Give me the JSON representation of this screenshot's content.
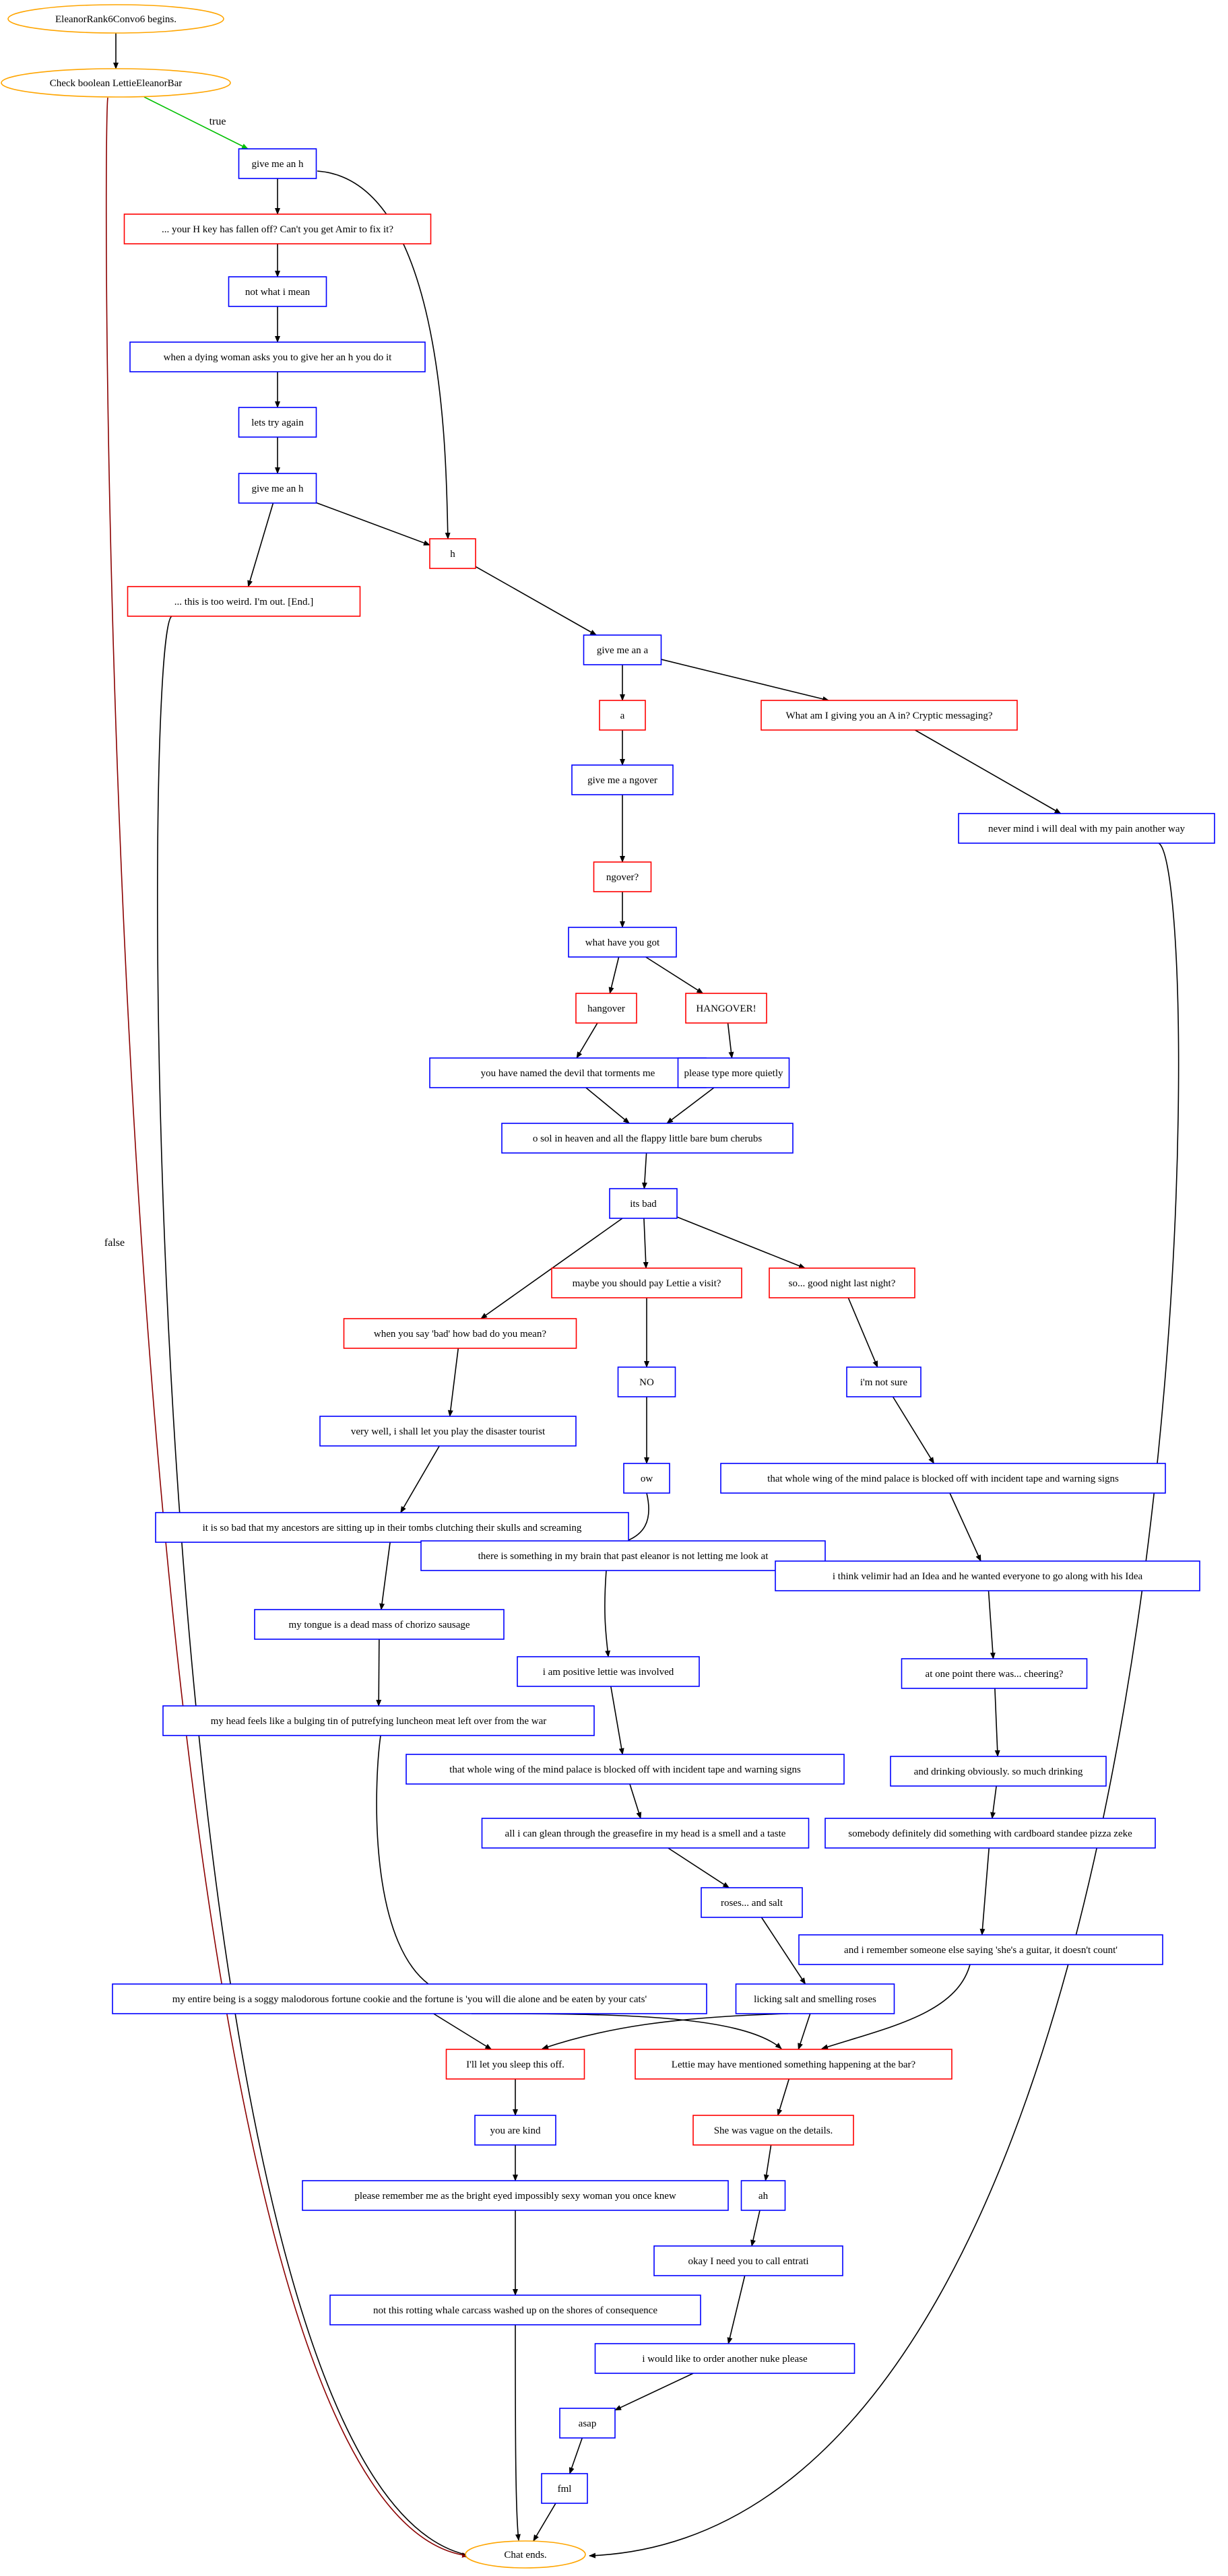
{
  "colors": {
    "player": "#0000ff",
    "npc": "#ff0000",
    "terminal": "#ffa500",
    "edge": "#000000",
    "true_edge": "#00c000",
    "false_edge": "#8b0000",
    "text": "#000000"
  },
  "nodes": [
    {
      "id": "start",
      "label": "EleanorRank6Convo6 begins.",
      "kind": "terminal"
    },
    {
      "id": "check",
      "label": "Check boolean LettieEleanorBar",
      "kind": "terminal"
    },
    {
      "id": "n1",
      "label": "give me an h",
      "kind": "player"
    },
    {
      "id": "n2",
      "label": "... your H key has fallen off? Can't you get Amir to fix it?",
      "kind": "npc"
    },
    {
      "id": "n3",
      "label": "not what i mean",
      "kind": "player"
    },
    {
      "id": "n4",
      "label": "when a dying woman asks you to give her an h you do it",
      "kind": "player"
    },
    {
      "id": "n5",
      "label": "lets try again",
      "kind": "player"
    },
    {
      "id": "n6",
      "label": "give me an h",
      "kind": "player"
    },
    {
      "id": "n7",
      "label": "h",
      "kind": "npc"
    },
    {
      "id": "n8",
      "label": "... this is too weird. I'm out. [End.]",
      "kind": "npc"
    },
    {
      "id": "n9",
      "label": "give me an a",
      "kind": "player"
    },
    {
      "id": "n10",
      "label": "a",
      "kind": "npc"
    },
    {
      "id": "n11",
      "label": "What am I giving you an A in? Cryptic messaging?",
      "kind": "npc"
    },
    {
      "id": "n12",
      "label": "give me a ngover",
      "kind": "player"
    },
    {
      "id": "n13",
      "label": "never mind i will deal with my pain another way",
      "kind": "player"
    },
    {
      "id": "n14",
      "label": "ngover?",
      "kind": "npc"
    },
    {
      "id": "n15",
      "label": "what have you got",
      "kind": "player"
    },
    {
      "id": "n16",
      "label": "hangover",
      "kind": "npc"
    },
    {
      "id": "n17",
      "label": "HANGOVER!",
      "kind": "npc"
    },
    {
      "id": "n18",
      "label": "you have named the devil that torments me",
      "kind": "player"
    },
    {
      "id": "n19",
      "label": "please type more quietly",
      "kind": "player"
    },
    {
      "id": "n20",
      "label": "o sol in heaven and all the flappy little bare bum cherubs",
      "kind": "player"
    },
    {
      "id": "n21",
      "label": "its bad",
      "kind": "player"
    },
    {
      "id": "n22",
      "label": "maybe you should pay Lettie a visit?",
      "kind": "npc"
    },
    {
      "id": "n23",
      "label": "so... good night last night?",
      "kind": "npc"
    },
    {
      "id": "n24",
      "label": "when you say 'bad' how bad do you mean?",
      "kind": "npc"
    },
    {
      "id": "n25",
      "label": "NO",
      "kind": "player"
    },
    {
      "id": "n26",
      "label": "i'm not sure",
      "kind": "player"
    },
    {
      "id": "n27",
      "label": "very well, i shall let you play the disaster tourist",
      "kind": "player"
    },
    {
      "id": "n28",
      "label": "ow",
      "kind": "player"
    },
    {
      "id": "n29",
      "label": "that whole wing of the mind palace is blocked off with incident tape and warning signs",
      "kind": "player"
    },
    {
      "id": "n30",
      "label": "it is so bad that my ancestors are sitting up in their tombs clutching their skulls and screaming",
      "kind": "player"
    },
    {
      "id": "n31",
      "label": "there is something in my brain that past eleanor is not letting me look at",
      "kind": "player"
    },
    {
      "id": "n32",
      "label": "i think velimir had an Idea and he wanted everyone to go along with his Idea",
      "kind": "player"
    },
    {
      "id": "n33",
      "label": "my tongue is a dead mass of chorizo sausage",
      "kind": "player"
    },
    {
      "id": "n34",
      "label": "i am positive lettie was involved",
      "kind": "player"
    },
    {
      "id": "n35",
      "label": "at one point there was... cheering?",
      "kind": "player"
    },
    {
      "id": "n36",
      "label": "my head feels like a bulging tin of putrefying luncheon meat left over from the war",
      "kind": "player"
    },
    {
      "id": "n37",
      "label": "that whole wing of the mind palace is blocked off with incident tape and warning signs",
      "kind": "player"
    },
    {
      "id": "n38",
      "label": "and drinking obviously. so much drinking",
      "kind": "player"
    },
    {
      "id": "n39",
      "label": "all i can glean through the greasefire in my head is a smell and a taste",
      "kind": "player"
    },
    {
      "id": "n40",
      "label": "somebody definitely did something with cardboard standee pizza zeke",
      "kind": "player"
    },
    {
      "id": "n41",
      "label": "roses... and salt",
      "kind": "player"
    },
    {
      "id": "n42",
      "label": "and i remember someone else saying 'she's a guitar, it doesn't count'",
      "kind": "player"
    },
    {
      "id": "n43",
      "label": "my entire being is a soggy malodorous fortune cookie and the fortune is 'you will die alone and be eaten by your cats'",
      "kind": "player"
    },
    {
      "id": "n44",
      "label": "licking salt and smelling roses",
      "kind": "player"
    },
    {
      "id": "n45",
      "label": "I'll let you sleep this off.",
      "kind": "npc"
    },
    {
      "id": "n46",
      "label": "Lettie may have mentioned something happening at the bar?",
      "kind": "npc"
    },
    {
      "id": "n47",
      "label": "you are kind",
      "kind": "player"
    },
    {
      "id": "n48",
      "label": "She was vague on the details.",
      "kind": "npc"
    },
    {
      "id": "n49",
      "label": "please remember me as the bright eyed impossibly sexy woman you once knew",
      "kind": "player"
    },
    {
      "id": "n50",
      "label": "ah",
      "kind": "player"
    },
    {
      "id": "n51",
      "label": "okay I need you to call entrati",
      "kind": "player"
    },
    {
      "id": "n52",
      "label": "not this rotting whale carcass washed up on the shores of consequence",
      "kind": "player"
    },
    {
      "id": "n53",
      "label": "i would like to order another nuke please",
      "kind": "player"
    },
    {
      "id": "n54",
      "label": "asap",
      "kind": "player"
    },
    {
      "id": "n55",
      "label": "fml",
      "kind": "player"
    },
    {
      "id": "end",
      "label": "Chat ends.",
      "kind": "terminal"
    }
  ],
  "edges": [
    {
      "from": "start",
      "to": "check"
    },
    {
      "from": "check",
      "to": "n1",
      "label": "true",
      "kind": "true"
    },
    {
      "from": "check",
      "to": "end",
      "label": "false",
      "kind": "false"
    },
    {
      "from": "n1",
      "to": "n2"
    },
    {
      "from": "n1",
      "to": "n7"
    },
    {
      "from": "n2",
      "to": "n3"
    },
    {
      "from": "n3",
      "to": "n4"
    },
    {
      "from": "n4",
      "to": "n5"
    },
    {
      "from": "n5",
      "to": "n6"
    },
    {
      "from": "n6",
      "to": "n7"
    },
    {
      "from": "n6",
      "to": "n8"
    },
    {
      "from": "n8",
      "to": "end"
    },
    {
      "from": "n7",
      "to": "n9"
    },
    {
      "from": "n9",
      "to": "n10"
    },
    {
      "from": "n9",
      "to": "n11"
    },
    {
      "from": "n10",
      "to": "n12"
    },
    {
      "from": "n11",
      "to": "n13"
    },
    {
      "from": "n13",
      "to": "end"
    },
    {
      "from": "n12",
      "to": "n14"
    },
    {
      "from": "n14",
      "to": "n15"
    },
    {
      "from": "n15",
      "to": "n16"
    },
    {
      "from": "n15",
      "to": "n17"
    },
    {
      "from": "n16",
      "to": "n18"
    },
    {
      "from": "n17",
      "to": "n19"
    },
    {
      "from": "n18",
      "to": "n20"
    },
    {
      "from": "n19",
      "to": "n20"
    },
    {
      "from": "n20",
      "to": "n21"
    },
    {
      "from": "n21",
      "to": "n24"
    },
    {
      "from": "n21",
      "to": "n22"
    },
    {
      "from": "n21",
      "to": "n23"
    },
    {
      "from": "n22",
      "to": "n25"
    },
    {
      "from": "n23",
      "to": "n26"
    },
    {
      "from": "n24",
      "to": "n27"
    },
    {
      "from": "n25",
      "to": "n28"
    },
    {
      "from": "n26",
      "to": "n29"
    },
    {
      "from": "n27",
      "to": "n30"
    },
    {
      "from": "n28",
      "to": "n31"
    },
    {
      "from": "n29",
      "to": "n32"
    },
    {
      "from": "n30",
      "to": "n33"
    },
    {
      "from": "n31",
      "to": "n34"
    },
    {
      "from": "n32",
      "to": "n35"
    },
    {
      "from": "n33",
      "to": "n36"
    },
    {
      "from": "n34",
      "to": "n37"
    },
    {
      "from": "n35",
      "to": "n38"
    },
    {
      "from": "n36",
      "to": "n43"
    },
    {
      "from": "n37",
      "to": "n39"
    },
    {
      "from": "n38",
      "to": "n40"
    },
    {
      "from": "n39",
      "to": "n41"
    },
    {
      "from": "n40",
      "to": "n42"
    },
    {
      "from": "n41",
      "to": "n44"
    },
    {
      "from": "n42",
      "to": "n46"
    },
    {
      "from": "n43",
      "to": "n45"
    },
    {
      "from": "n43",
      "to": "n46"
    },
    {
      "from": "n44",
      "to": "n45"
    },
    {
      "from": "n44",
      "to": "n46"
    },
    {
      "from": "n45",
      "to": "n47"
    },
    {
      "from": "n46",
      "to": "n48"
    },
    {
      "from": "n47",
      "to": "n49"
    },
    {
      "from": "n48",
      "to": "n50"
    },
    {
      "from": "n49",
      "to": "n52"
    },
    {
      "from": "n50",
      "to": "n51"
    },
    {
      "from": "n51",
      "to": "n53"
    },
    {
      "from": "n52",
      "to": "end"
    },
    {
      "from": "n53",
      "to": "n54"
    },
    {
      "from": "n54",
      "to": "n55"
    },
    {
      "from": "n55",
      "to": "end"
    }
  ]
}
